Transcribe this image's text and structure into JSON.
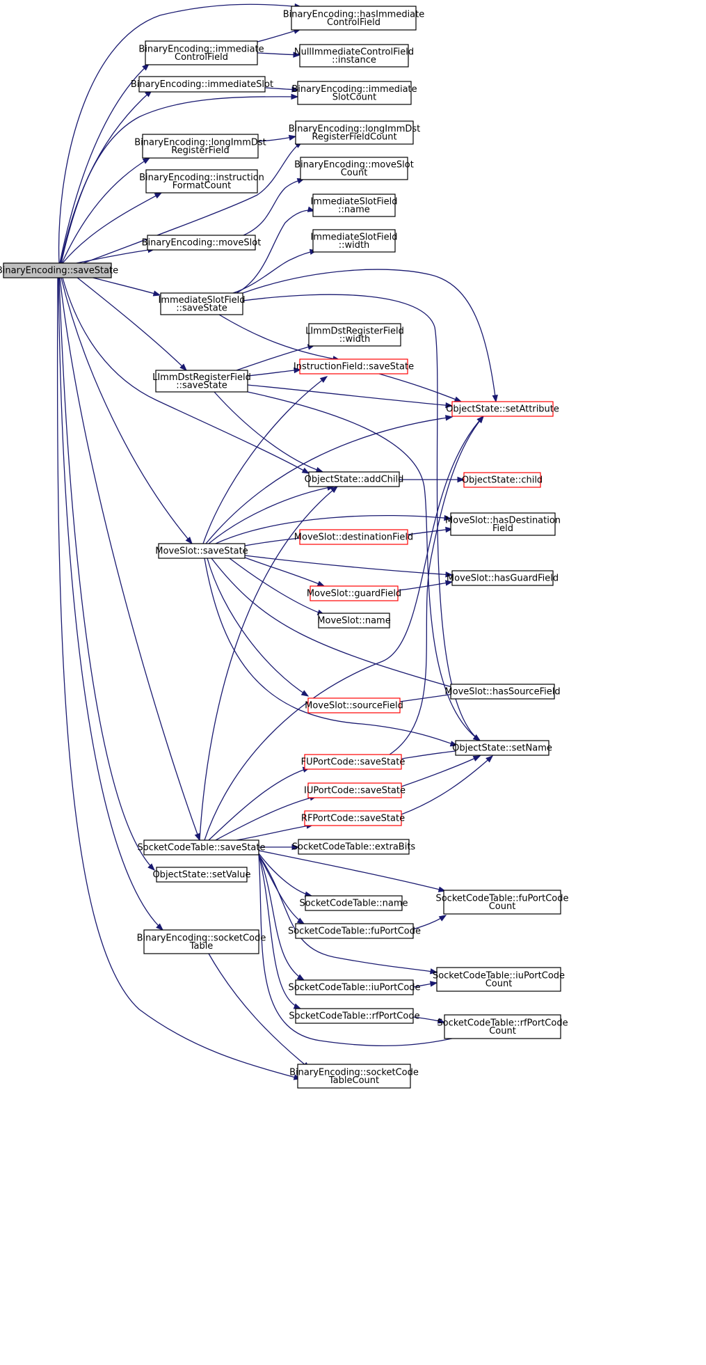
{
  "colors": {
    "edge": "#191970",
    "node_border": "#000000",
    "node_border_truncated": "#ff0000",
    "node_fill": "#ffffff",
    "root_fill": "#bfbfbf"
  },
  "nodes": [
    {
      "id": "root",
      "lines": [
        "BinaryEncoding::saveState"
      ],
      "root": true
    },
    {
      "id": "hasImmCF",
      "lines": [
        "BinaryEncoding::hasImmediate",
        "ControlField"
      ]
    },
    {
      "id": "immCF",
      "lines": [
        "BinaryEncoding::immediate",
        "ControlField"
      ]
    },
    {
      "id": "nullImm",
      "lines": [
        "NullImmediateControlField",
        "::instance"
      ]
    },
    {
      "id": "immSlot",
      "lines": [
        "BinaryEncoding::immediateSlot"
      ]
    },
    {
      "id": "immSlotCount",
      "lines": [
        "BinaryEncoding::immediate",
        "SlotCount"
      ]
    },
    {
      "id": "longImmRF",
      "lines": [
        "BinaryEncoding::longImmDst",
        "RegisterField"
      ]
    },
    {
      "id": "longImmRFC",
      "lines": [
        "BinaryEncoding::longImmDst",
        "RegisterFieldCount"
      ]
    },
    {
      "id": "instrFC",
      "lines": [
        "BinaryEncoding::instruction",
        "FormatCount"
      ]
    },
    {
      "id": "moveSlotCount",
      "lines": [
        "BinaryEncoding::moveSlot",
        "Count"
      ]
    },
    {
      "id": "isfName",
      "lines": [
        "ImmediateSlotField",
        "::name"
      ]
    },
    {
      "id": "moveSlotBE",
      "lines": [
        "BinaryEncoding::moveSlot"
      ]
    },
    {
      "id": "isfWidth",
      "lines": [
        "ImmediateSlotField",
        "::width"
      ]
    },
    {
      "id": "isfSave",
      "lines": [
        "ImmediateSlotField",
        "::saveState"
      ]
    },
    {
      "id": "limmWidth",
      "lines": [
        "LImmDstRegisterField",
        "::width"
      ]
    },
    {
      "id": "ifSave",
      "lines": [
        "InstructionField::saveState"
      ],
      "truncated": true
    },
    {
      "id": "limmSave",
      "lines": [
        "LImmDstRegisterField",
        "::saveState"
      ]
    },
    {
      "id": "osSetAttr",
      "lines": [
        "ObjectState::setAttribute"
      ],
      "truncated": true
    },
    {
      "id": "osAddChild",
      "lines": [
        "ObjectState::addChild"
      ]
    },
    {
      "id": "osChild",
      "lines": [
        "ObjectState::child"
      ],
      "truncated": true
    },
    {
      "id": "msHasDest",
      "lines": [
        "MoveSlot::hasDestination",
        "Field"
      ]
    },
    {
      "id": "msDestField",
      "lines": [
        "MoveSlot::destinationField"
      ],
      "truncated": true
    },
    {
      "id": "msSave",
      "lines": [
        "MoveSlot::saveState"
      ]
    },
    {
      "id": "msHasGuard",
      "lines": [
        "MoveSlot::hasGuardField"
      ]
    },
    {
      "id": "msGuardField",
      "lines": [
        "MoveSlot::guardField"
      ],
      "truncated": true
    },
    {
      "id": "msName",
      "lines": [
        "MoveSlot::name"
      ]
    },
    {
      "id": "msHasSource",
      "lines": [
        "MoveSlot::hasSourceField"
      ]
    },
    {
      "id": "msSourceField",
      "lines": [
        "MoveSlot::sourceField"
      ],
      "truncated": true
    },
    {
      "id": "osSetName",
      "lines": [
        "ObjectState::setName"
      ]
    },
    {
      "id": "fuSave",
      "lines": [
        "FUPortCode::saveState"
      ],
      "truncated": true
    },
    {
      "id": "iuSave",
      "lines": [
        "IUPortCode::saveState"
      ],
      "truncated": true
    },
    {
      "id": "rfSave",
      "lines": [
        "RFPortCode::saveState"
      ],
      "truncated": true
    },
    {
      "id": "sctSave",
      "lines": [
        "SocketCodeTable::saveState"
      ]
    },
    {
      "id": "sctExtra",
      "lines": [
        "SocketCodeTable::extraBits"
      ]
    },
    {
      "id": "osSetValue",
      "lines": [
        "ObjectState::setValue"
      ]
    },
    {
      "id": "sctName",
      "lines": [
        "SocketCodeTable::name"
      ]
    },
    {
      "id": "sctFuPCC",
      "lines": [
        "SocketCodeTable::fuPortCode",
        "Count"
      ]
    },
    {
      "id": "sctFuPC",
      "lines": [
        "SocketCodeTable::fuPortCode"
      ]
    },
    {
      "id": "beSocketCT",
      "lines": [
        "BinaryEncoding::socketCode",
        "Table"
      ]
    },
    {
      "id": "sctIuPCC",
      "lines": [
        "SocketCodeTable::iuPortCode",
        "Count"
      ]
    },
    {
      "id": "sctIuPC",
      "lines": [
        "SocketCodeTable::iuPortCode"
      ]
    },
    {
      "id": "sctRfPC",
      "lines": [
        "SocketCodeTable::rfPortCode"
      ]
    },
    {
      "id": "sctRfPCC",
      "lines": [
        "SocketCodeTable::rfPortCode",
        "Count"
      ]
    },
    {
      "id": "beSocketCTC",
      "lines": [
        "BinaryEncoding::socketCode",
        "TableCount"
      ]
    }
  ],
  "edges": [
    [
      "root",
      "hasImmCF"
    ],
    [
      "root",
      "immCF"
    ],
    [
      "root",
      "immSlot"
    ],
    [
      "root",
      "immSlotCount"
    ],
    [
      "root",
      "longImmRF"
    ],
    [
      "root",
      "longImmRFC"
    ],
    [
      "root",
      "instrFC"
    ],
    [
      "root",
      "moveSlotBE"
    ],
    [
      "root",
      "isfSave"
    ],
    [
      "root",
      "limmSave"
    ],
    [
      "root",
      "osAddChild"
    ],
    [
      "root",
      "msSave"
    ],
    [
      "root",
      "sctSave"
    ],
    [
      "root",
      "osSetValue"
    ],
    [
      "root",
      "beSocketCT"
    ],
    [
      "root",
      "beSocketCTC"
    ],
    [
      "immCF",
      "hasImmCF"
    ],
    [
      "immCF",
      "nullImm"
    ],
    [
      "immSlot",
      "immSlotCount"
    ],
    [
      "longImmRF",
      "longImmRFC"
    ],
    [
      "moveSlotBE",
      "moveSlotCount"
    ],
    [
      "isfSave",
      "isfName"
    ],
    [
      "isfSave",
      "isfWidth"
    ],
    [
      "isfSave",
      "ifSave"
    ],
    [
      "isfSave",
      "osSetAttr"
    ],
    [
      "isfSave",
      "osSetName"
    ],
    [
      "limmSave",
      "limmWidth"
    ],
    [
      "limmSave",
      "ifSave"
    ],
    [
      "limmSave",
      "osSetAttr"
    ],
    [
      "limmSave",
      "osAddChild"
    ],
    [
      "limmSave",
      "osSetName"
    ],
    [
      "ifSave",
      "osSetAttr"
    ],
    [
      "osAddChild",
      "osChild"
    ],
    [
      "msSave",
      "ifSave"
    ],
    [
      "msSave",
      "osSetAttr"
    ],
    [
      "msSave",
      "osAddChild"
    ],
    [
      "msSave",
      "msHasDest"
    ],
    [
      "msSave",
      "msDestField"
    ],
    [
      "msSave",
      "msHasGuard"
    ],
    [
      "msSave",
      "msGuardField"
    ],
    [
      "msSave",
      "msName"
    ],
    [
      "msSave",
      "msHasSource"
    ],
    [
      "msSave",
      "msSourceField"
    ],
    [
      "msSave",
      "osSetName"
    ],
    [
      "msDestField",
      "msHasDest"
    ],
    [
      "msGuardField",
      "msHasGuard"
    ],
    [
      "msSourceField",
      "msHasSource"
    ],
    [
      "fuSave",
      "osSetName"
    ],
    [
      "fuSave",
      "osSetAttr"
    ],
    [
      "iuSave",
      "osSetName"
    ],
    [
      "rfSave",
      "osSetName"
    ],
    [
      "sctSave",
      "osAddChild"
    ],
    [
      "sctSave",
      "osSetAttr"
    ],
    [
      "sctSave",
      "fuSave"
    ],
    [
      "sctSave",
      "iuSave"
    ],
    [
      "sctSave",
      "rfSave"
    ],
    [
      "sctSave",
      "sctExtra"
    ],
    [
      "sctSave",
      "sctName"
    ],
    [
      "sctSave",
      "sctFuPCC"
    ],
    [
      "sctSave",
      "sctFuPC"
    ],
    [
      "sctSave",
      "sctIuPCC"
    ],
    [
      "sctSave",
      "sctIuPC"
    ],
    [
      "sctSave",
      "sctRfPC"
    ],
    [
      "sctSave",
      "sctRfPCC"
    ],
    [
      "sctFuPC",
      "sctFuPCC"
    ],
    [
      "sctIuPC",
      "sctIuPCC"
    ],
    [
      "sctRfPC",
      "sctRfPCC"
    ],
    [
      "beSocketCT",
      "beSocketCTC"
    ]
  ]
}
